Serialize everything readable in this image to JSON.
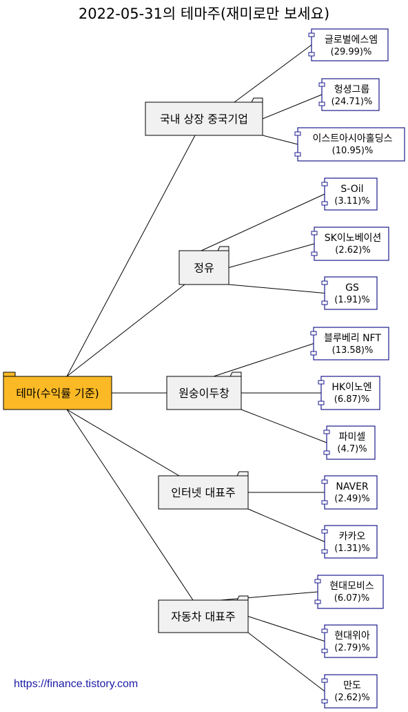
{
  "title": "2022-05-31의 테마주(재미로만 보세요)",
  "footer_url": "https://finance.tistory.com",
  "colors": {
    "root_fill": "#fbb925",
    "folder_fill": "#f1f1f1",
    "component_border": "#1a1a8c",
    "line": "#000000"
  },
  "root": {
    "label": "테마(수익률 기준)"
  },
  "themes": [
    {
      "label": "국내 상장 중국기업",
      "stocks": [
        {
          "name": "글로벌에스엠",
          "rate": "(29.99)%"
        },
        {
          "name": "헝셩그룹",
          "rate": "(24.71)%"
        },
        {
          "name": "이스트아시아홀딩스",
          "rate": "(10.95)%"
        }
      ]
    },
    {
      "label": "정유",
      "stocks": [
        {
          "name": "S-Oil",
          "rate": "(3.11)%"
        },
        {
          "name": "SK이노베이션",
          "rate": "(2.62)%"
        },
        {
          "name": "GS",
          "rate": "(1.91)%"
        }
      ]
    },
    {
      "label": "원숭이두창",
      "stocks": [
        {
          "name": "블루베리 NFT",
          "rate": "(13.58)%"
        },
        {
          "name": "HK이노엔",
          "rate": "(6.87)%"
        },
        {
          "name": "파미셀",
          "rate": "(4.7)%"
        }
      ]
    },
    {
      "label": "인터넷 대표주",
      "stocks": [
        {
          "name": "NAVER",
          "rate": "(2.49)%"
        },
        {
          "name": "카카오",
          "rate": "(1.31)%"
        }
      ]
    },
    {
      "label": "자동차 대표주",
      "stocks": [
        {
          "name": "현대모비스",
          "rate": "(6.07)%"
        },
        {
          "name": "현대위아",
          "rate": "(2.79)%"
        },
        {
          "name": "만도",
          "rate": "(2.62)%"
        }
      ]
    }
  ]
}
